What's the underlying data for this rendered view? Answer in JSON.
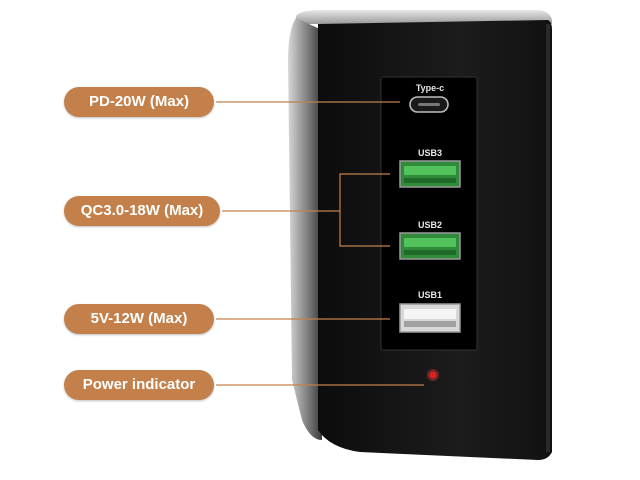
{
  "labels": {
    "pd": "PD-20W (Max)",
    "qc": "QC3.0-18W (Max)",
    "five_v": "5V-12W (Max)",
    "power": "Power indicator"
  },
  "ports": {
    "type_c": "Type-c",
    "usb3": "USB3",
    "usb2": "USB2",
    "usb1": "USB1"
  },
  "colors": {
    "label_bg": "#c4804a",
    "device_body": "#1a1a1a",
    "port_green": "#3fa84a",
    "indicator": "#e02020",
    "line": "#c4804a"
  },
  "icons": [
    "type-c-port-icon",
    "usb-a-port-icon",
    "power-led-icon"
  ]
}
